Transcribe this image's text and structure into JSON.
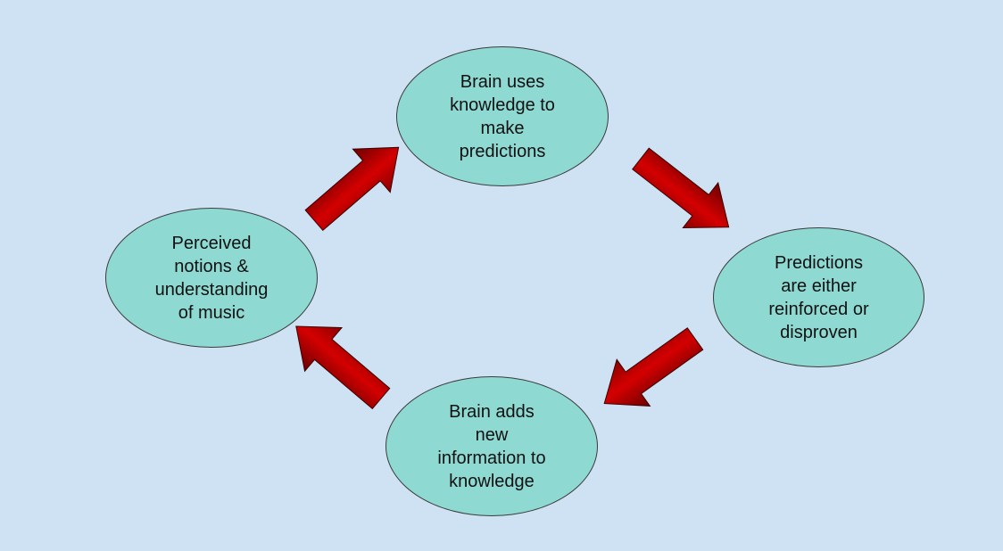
{
  "colors": {
    "background": "#cfe2f3",
    "node_fill": "#8fd9d3",
    "arrow_dark": "#6b0000",
    "arrow_bright": "#d40000"
  },
  "cycle": {
    "top": {
      "label": "Brain uses\nknowledge to\nmake\npredictions"
    },
    "right": {
      "label": "Predictions\nare either\nreinforced or\ndisproven"
    },
    "bottom": {
      "label": "Brain adds\nnew\ninformation to\nknowledge"
    },
    "left": {
      "label": "Perceived\nnotions &\nunderstanding\nof music"
    }
  },
  "arrows": [
    {
      "name": "arrow-left-to-top-icon",
      "from": "left",
      "to": "top"
    },
    {
      "name": "arrow-top-to-right-icon",
      "from": "top",
      "to": "right"
    },
    {
      "name": "arrow-right-to-bottom-icon",
      "from": "right",
      "to": "bottom"
    },
    {
      "name": "arrow-bottom-to-left-icon",
      "from": "bottom",
      "to": "left"
    }
  ]
}
